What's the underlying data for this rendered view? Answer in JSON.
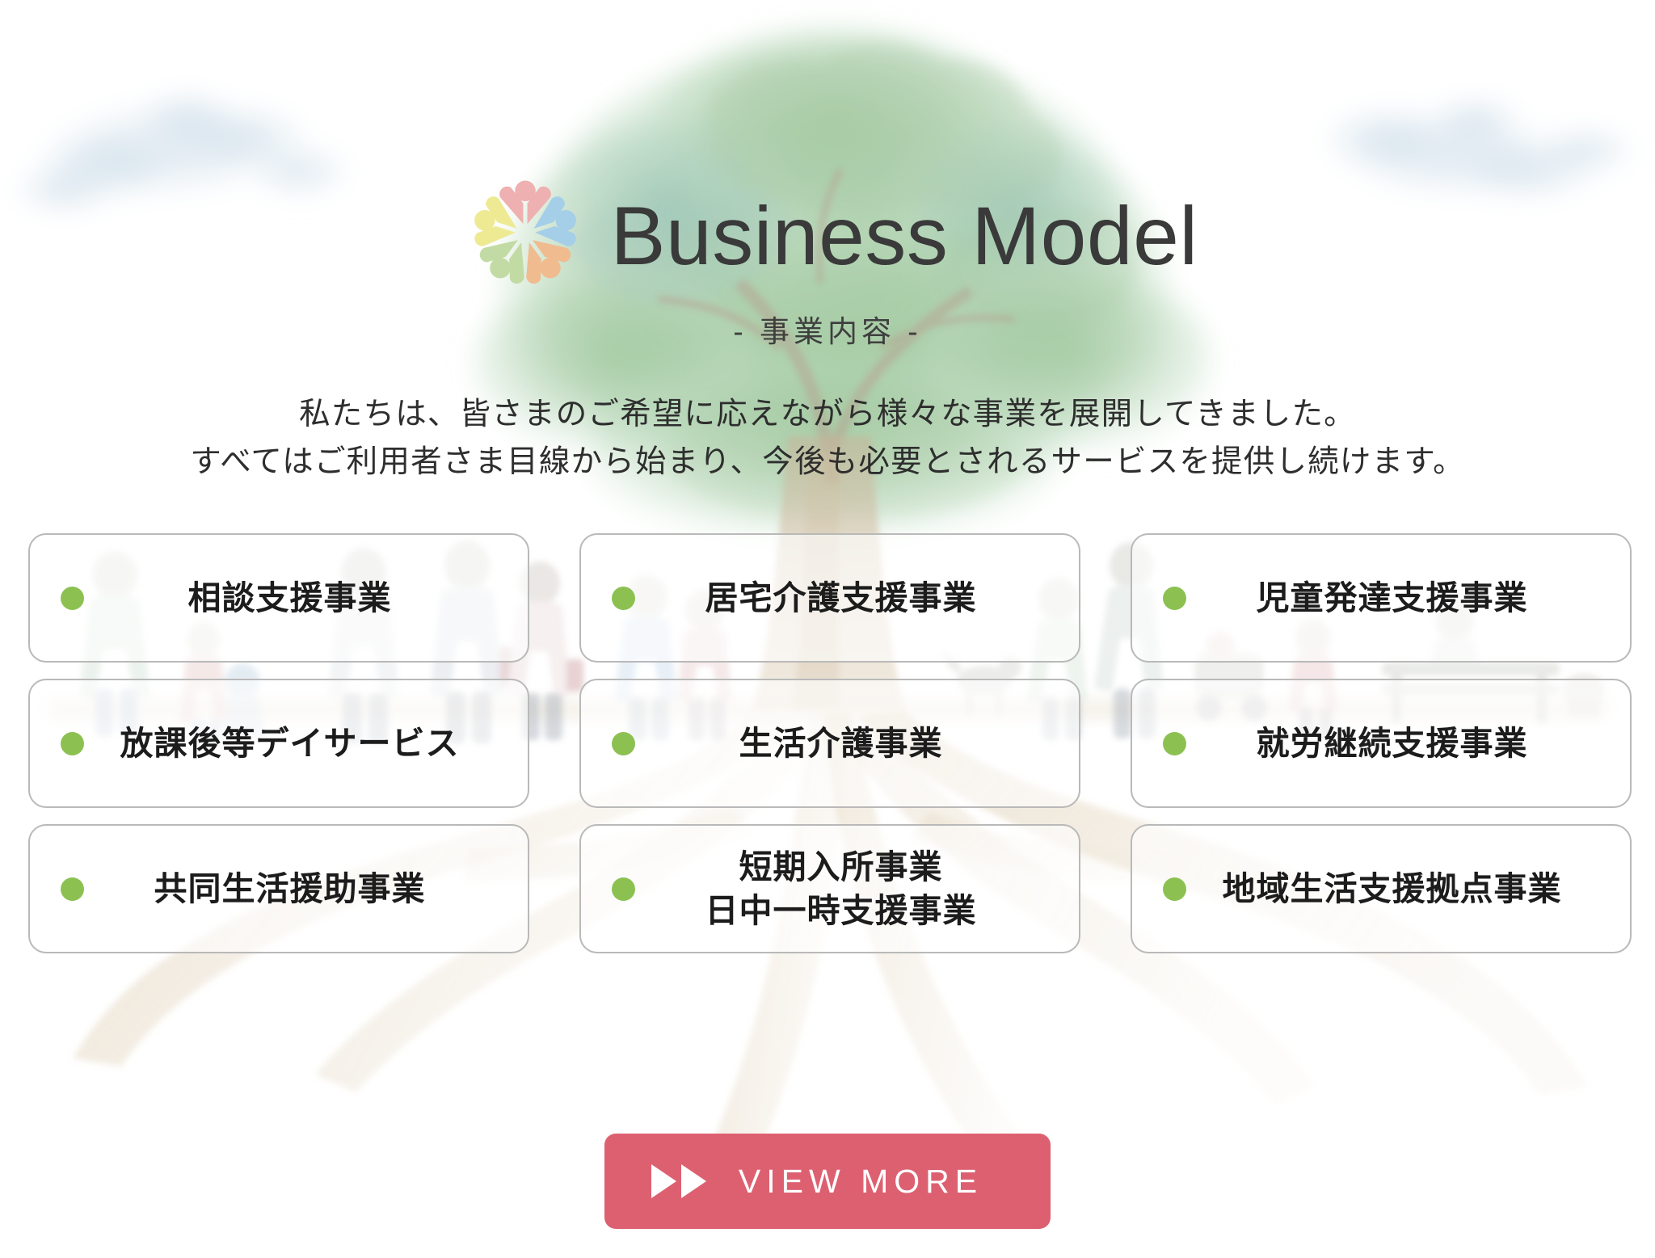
{
  "header": {
    "logo_icon": "five-people-circle-logo",
    "title": "Business Model",
    "subtitle": "- 事業内容 -",
    "lead_line1": "私たちは、皆さまのご希望に応えながら様々な事業を展開してきました。",
    "lead_line2": "すべてはご利用者さま目線から始まり、今後も必要とされるサービスを提供し続けます。"
  },
  "services": [
    {
      "label": "相談支援事業",
      "label2": ""
    },
    {
      "label": "居宅介護支援事業",
      "label2": ""
    },
    {
      "label": "児童発達支援事業",
      "label2": ""
    },
    {
      "label": "放課後等デイサービス",
      "label2": ""
    },
    {
      "label": "生活介護事業",
      "label2": ""
    },
    {
      "label": "就労継続支援事業",
      "label2": ""
    },
    {
      "label": "共同生活援助事業",
      "label2": ""
    },
    {
      "label": "短期入所事業",
      "label2": "日中一時支援事業"
    },
    {
      "label": "地域生活支援拠点事業",
      "label2": ""
    }
  ],
  "view_more": {
    "label": "VIEW MORE",
    "icon": "double-play-arrow-icon"
  },
  "colors": {
    "bullet_green": "#8cc152",
    "button_pink": "#dd6071",
    "title_gray": "#3a3a3a",
    "card_border": "#b9b9b9",
    "logo_pink": "#eeb0b0",
    "logo_blue": "#a5cfe8",
    "logo_orange": "#f0bb8f",
    "logo_green": "#c2dba4",
    "logo_yellow": "#eeea94"
  },
  "background": {
    "art": "watercolor-tree-with-roots-clouds-and-people-silhouettes"
  }
}
